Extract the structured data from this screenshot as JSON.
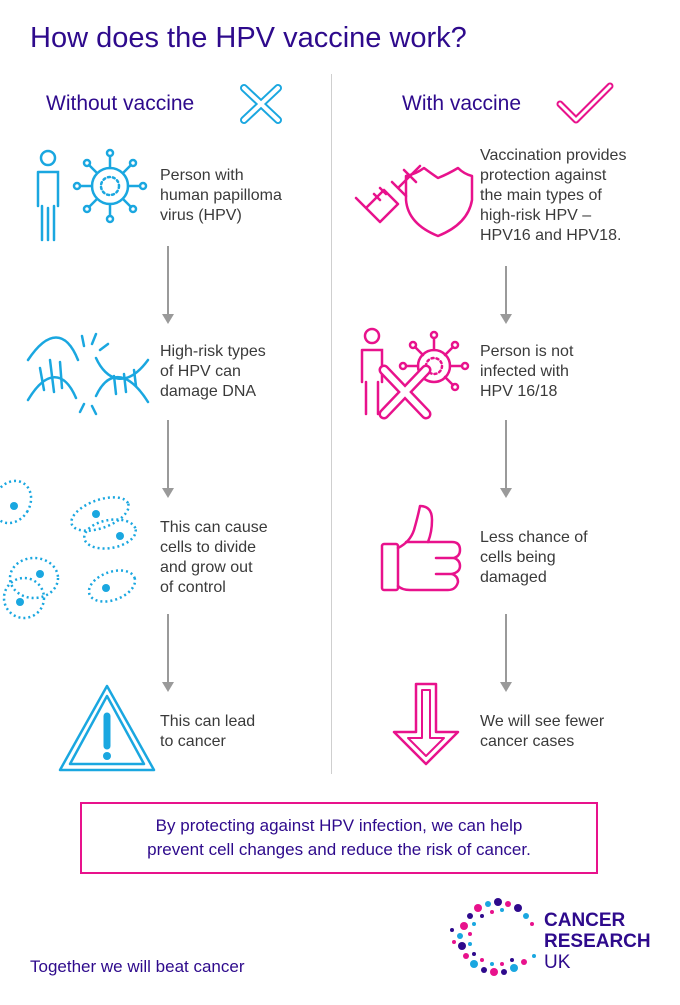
{
  "title": "How does the HPV vaccine work?",
  "colors": {
    "navy": "#2e0a8c",
    "cyan": "#1aa7e0",
    "magenta": "#e8128c",
    "grey": "#9a9a9a"
  },
  "without": {
    "heading": "Without vaccine",
    "heading_icon": "cross-icon",
    "steps": [
      {
        "icon": "person-virus-icon",
        "lines": [
          "Person with",
          "human papilloma",
          "virus (HPV)"
        ]
      },
      {
        "icon": "dna-damage-icon",
        "lines": [
          "High-risk types",
          "of HPV can",
          "damage DNA"
        ]
      },
      {
        "icon": "dividing-cells-icon",
        "lines": [
          "This can cause",
          "cells to divide",
          "and grow out",
          "of control"
        ]
      },
      {
        "icon": "warning-icon",
        "lines": [
          "This can lead",
          "to cancer"
        ]
      }
    ]
  },
  "with": {
    "heading": "With vaccine",
    "heading_icon": "check-icon",
    "steps": [
      {
        "icon": "syringe-shield-icon",
        "lines": [
          "Vaccination provides",
          "protection against",
          "the main types of",
          "high-risk HPV –",
          "HPV16 and HPV18."
        ]
      },
      {
        "icon": "person-virus-crossed-icon",
        "lines": [
          "Person is not",
          "infected with",
          "HPV 16/18"
        ]
      },
      {
        "icon": "thumbs-up-icon",
        "lines": [
          "Less chance of",
          "cells being",
          "damaged"
        ]
      },
      {
        "icon": "down-arrow-icon",
        "lines": [
          "We will see fewer",
          "cancer cases"
        ]
      }
    ]
  },
  "callout": {
    "lines": [
      "By protecting against HPV infection, we can help",
      "prevent cell changes and reduce the risk of cancer."
    ]
  },
  "footer": {
    "tagline": "Together we will beat cancer",
    "logo_lines": [
      "CANCER",
      "RESEARCH",
      "UK"
    ]
  }
}
